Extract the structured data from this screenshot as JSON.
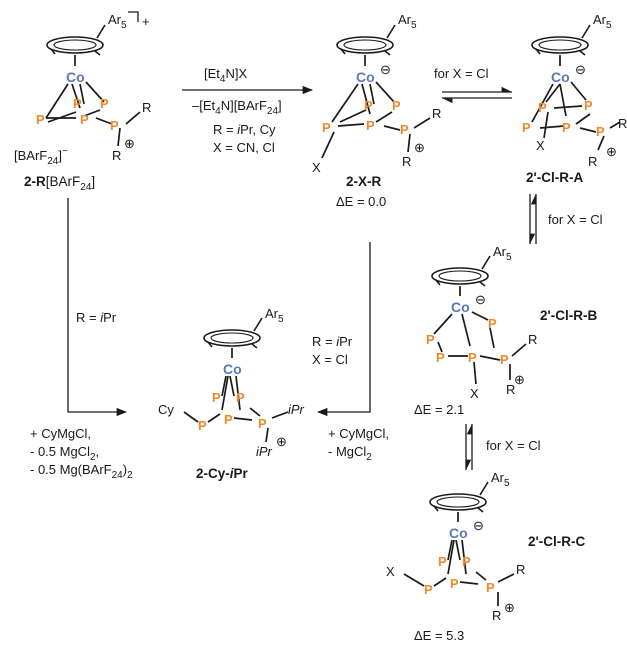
{
  "colors": {
    "phosphorus": "#ee8a2a",
    "cobalt": "#5b78b8",
    "bond": "#1a1a1a"
  },
  "atoms": {
    "P": "P",
    "Co": "Co",
    "Ar5": "Ar",
    "Ar5_sub": "5",
    "X": "X",
    "R": "R",
    "Cy": "Cy",
    "iPr": "iPr"
  },
  "charges": {
    "plus": "+",
    "circ_minus": "⊖",
    "circ_plus": "⊕"
  },
  "compounds": {
    "c2R": {
      "label": "2-R",
      "label_suffix": "[BArF",
      "label_sub": "24",
      "label_end": "]",
      "counterion": "[BArF",
      "counterion_sub": "24",
      "counterion_end": "]",
      "counterion_charge": "−"
    },
    "c2XR": {
      "label": "2-X-R",
      "energy": "ΔE = 0.0"
    },
    "cA": {
      "label": "2'-Cl-R-A"
    },
    "cB": {
      "label": "2'-Cl-R-B",
      "energy": "ΔE = 2.1"
    },
    "cC": {
      "label": "2'-Cl-R-C",
      "energy": "ΔE = 5.3"
    },
    "c2CyiPr": {
      "label": "2-Cy-",
      "label_italic": "i",
      "label_end": "Pr"
    }
  },
  "arrows": {
    "top": {
      "above": "[Et",
      "above_sub": "4",
      "above_end": "N]X",
      "below": "–[Et",
      "below_sub": "4",
      "below_mid": "N][BArF",
      "below_sub2": "24",
      "below_end": "]",
      "cond1_pre": "R = ",
      "cond1_italic": "i",
      "cond1_post": "Pr, Cy",
      "cond2": "X = CN, Cl"
    },
    "eq_top": {
      "label": "for X = Cl"
    },
    "eq_mid": {
      "label": "for X = Cl"
    },
    "eq_low": {
      "label": "for X = Cl"
    },
    "left": {
      "label_pre": "R = ",
      "label_italic": "i",
      "label_post": "Pr",
      "reag1": "+ CyMgCl,",
      "reag2_pre": "- 0.5 MgCl",
      "reag2_sub": "2",
      "reag2_end": ",",
      "reag3_pre": "- 0.5 Mg(BArF",
      "reag3_sub": "24",
      "reag3_end": ")",
      "reag3_sub2": "2"
    },
    "middle": {
      "label1_pre": "R = ",
      "label1_italic": "i",
      "label1_post": "Pr",
      "label2": "X = Cl",
      "reag1": "+ CyMgCl,",
      "reag2_pre": "- MgCl",
      "reag2_sub": "2"
    }
  }
}
